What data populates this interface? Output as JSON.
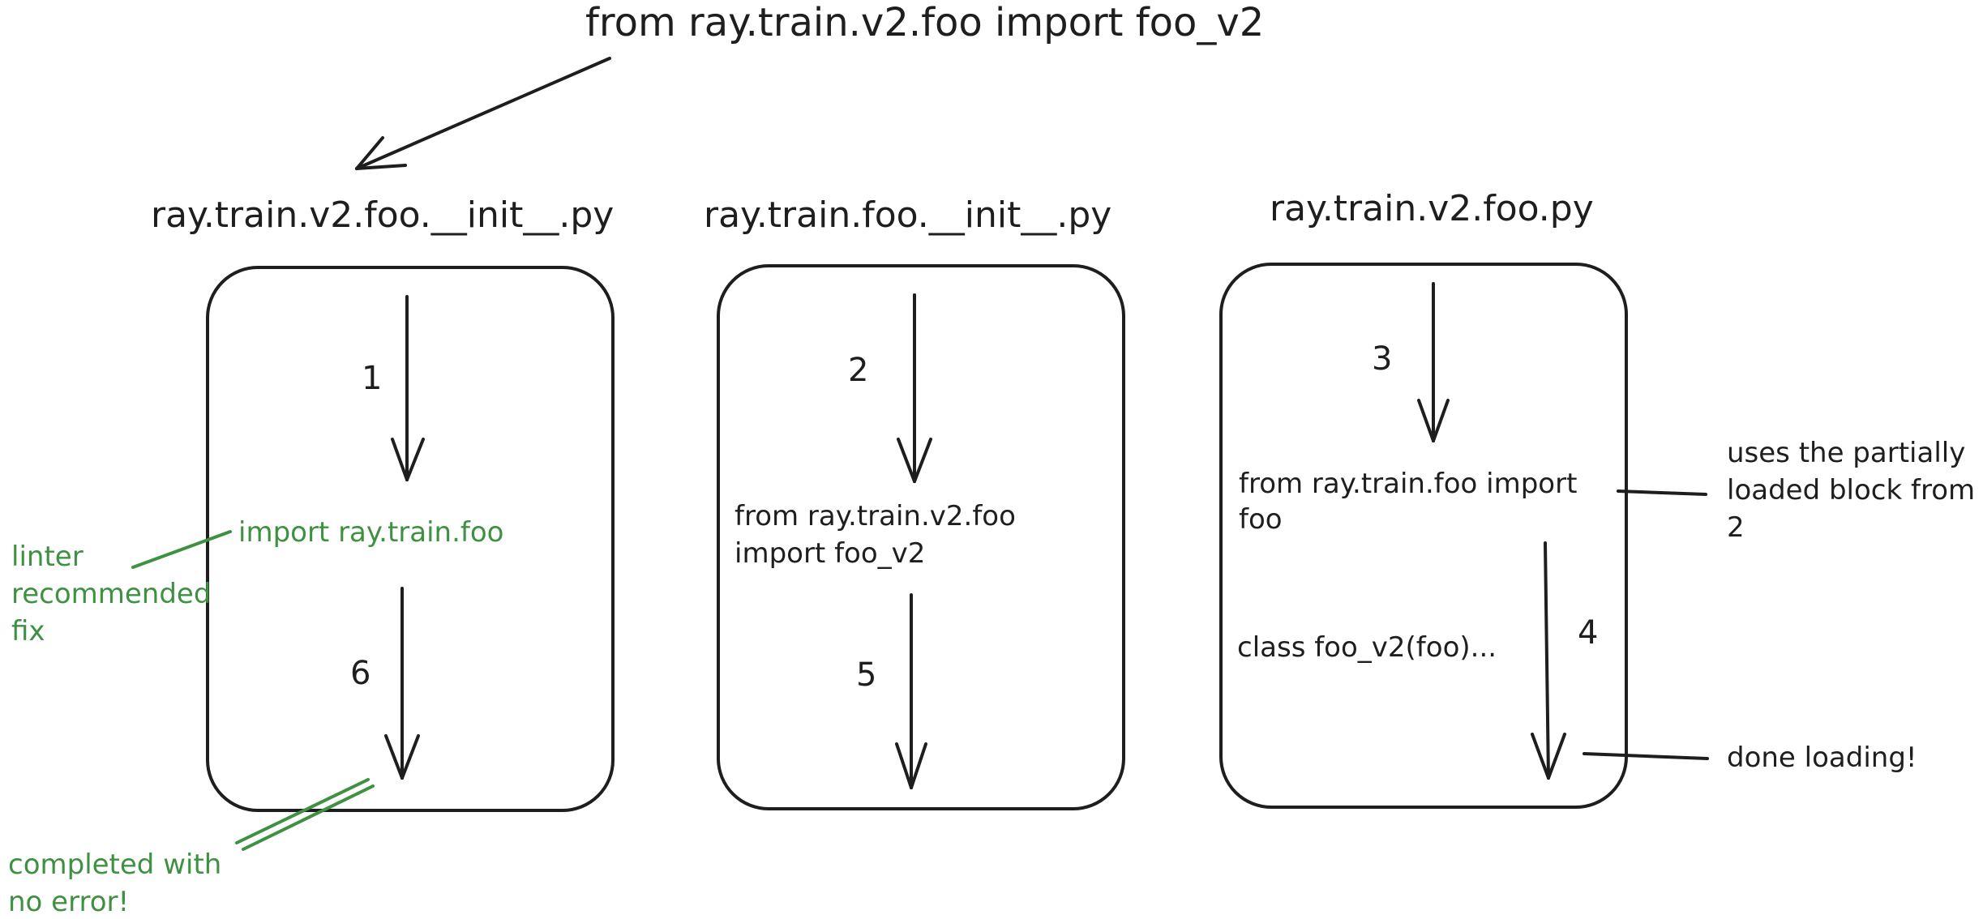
{
  "colors": {
    "ink": "#1e1e1e",
    "accent": "#3f9142",
    "background": "#ffffff"
  },
  "top_statement": "from ray.train.v2.foo import foo_v2",
  "columns": [
    {
      "header": "ray.train.v2.foo.__init__.py",
      "steps": [
        "1",
        "6"
      ],
      "code": [
        "import ray.train.foo"
      ]
    },
    {
      "header": "ray.train.foo.__init__.py",
      "steps": [
        "2",
        "5"
      ],
      "code": [
        "from ray.train.v2.foo",
        "import foo_v2"
      ]
    },
    {
      "header": "ray.train.v2.foo.py",
      "steps": [
        "3",
        "4"
      ],
      "code": [
        "from ray.train.foo import",
        "foo",
        "class foo_v2(foo)..."
      ]
    }
  ],
  "annotations": {
    "linter": [
      "linter",
      "recommended",
      "fix"
    ],
    "completed": [
      "completed with",
      "no error!"
    ],
    "partial": [
      "uses the partially",
      "loaded block from",
      "2"
    ],
    "done": "done loading!"
  }
}
